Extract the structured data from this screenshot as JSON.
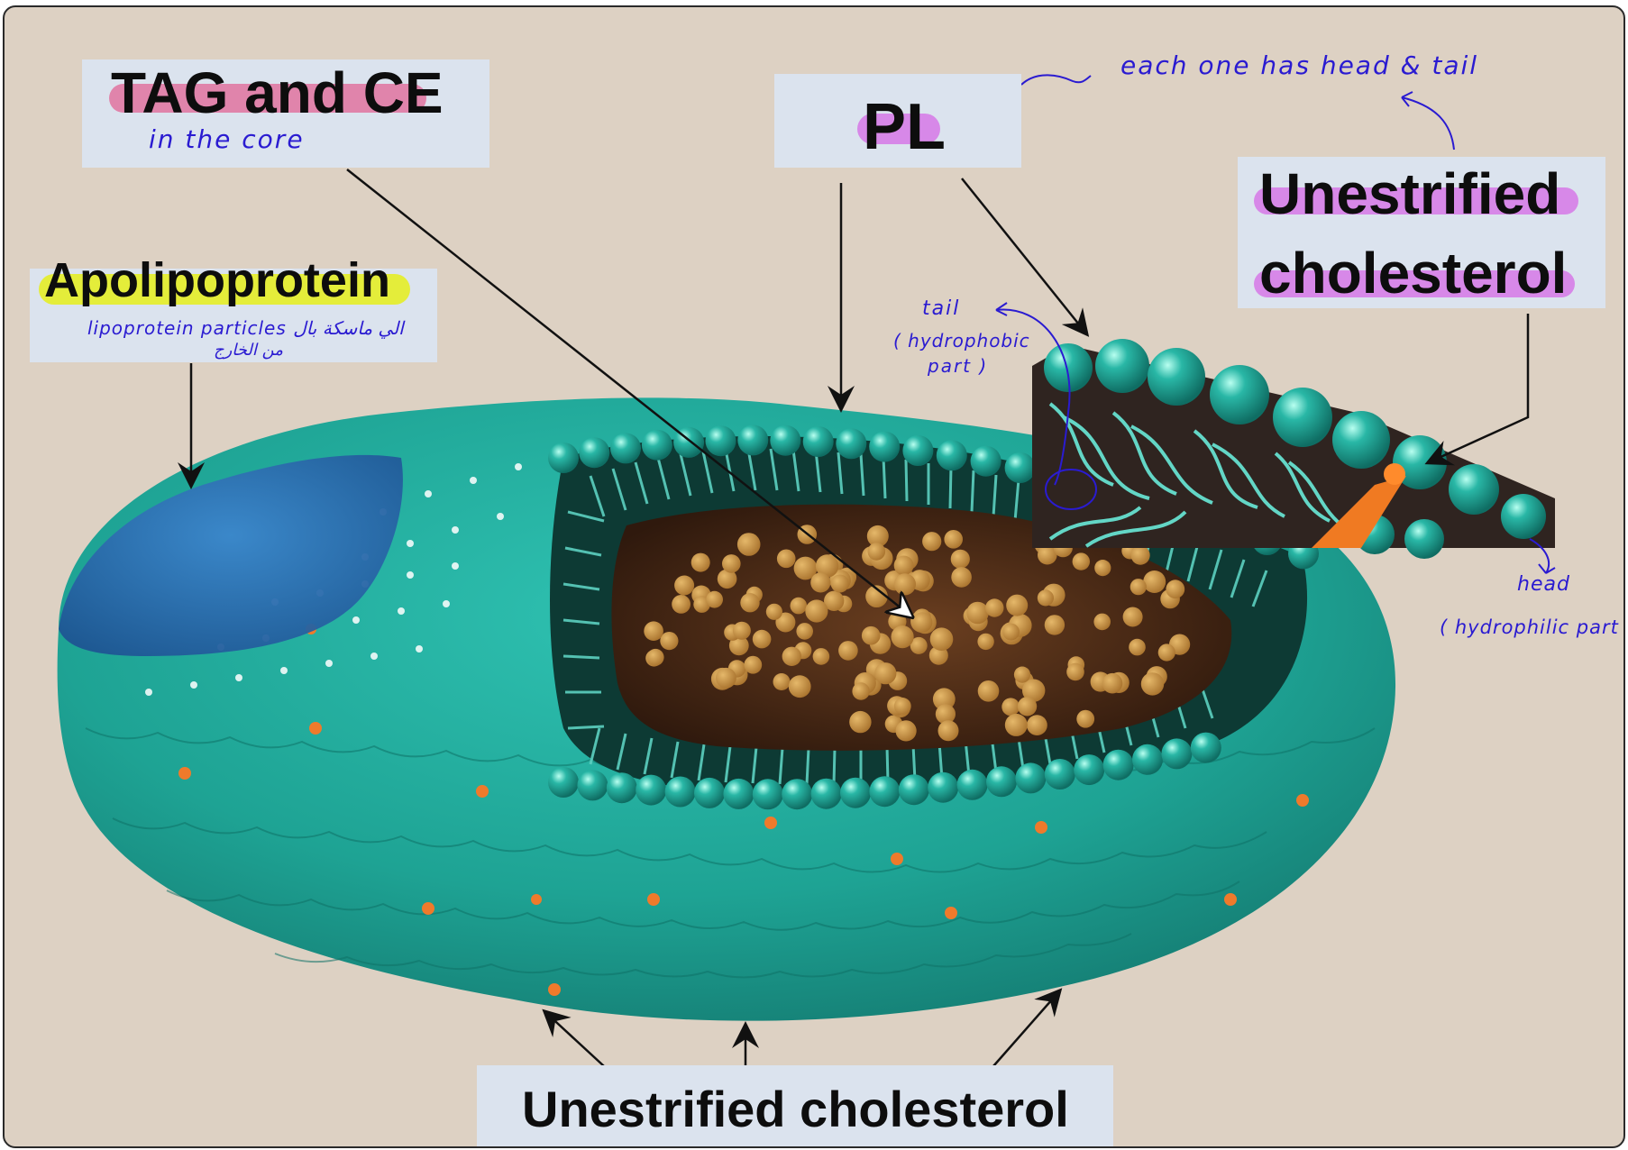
{
  "labels": {
    "tag_ce": "TAG and CE",
    "tag_ce_note": "in the core",
    "pl": "PL",
    "pl_note": "each one has head & tail",
    "unesterified_top_line1": "Unestrified",
    "unesterified_top_line2": "cholesterol",
    "apolipoprotein": "Apolipoprotein",
    "apolipoprotein_note_line1": "lipoprotein particles الي ماسكة بال",
    "apolipoprotein_note_line2": "من الخارج",
    "tail_note_line1": "tail",
    "tail_note_line2": "( hydrophobic",
    "tail_note_line3": "part )",
    "head_note_line1": "head",
    "head_note_line2": "( hydrophilic part )",
    "unesterified_bottom": "Unestrified cholesterol"
  },
  "colors": {
    "background": "#ddd1c3",
    "label_box": "#dbe3ee",
    "highlight_pink": "#e0739f",
    "highlight_violet": "#d678e6",
    "highlight_yellow": "#e5ef1a",
    "ink_blue": "#2a1bd1",
    "shell_teal": "#1fa79a",
    "apoprotein_blue": "#2f6fb8",
    "core_brown": "#4a2a18",
    "cholesterol_orange": "#f07a22"
  }
}
